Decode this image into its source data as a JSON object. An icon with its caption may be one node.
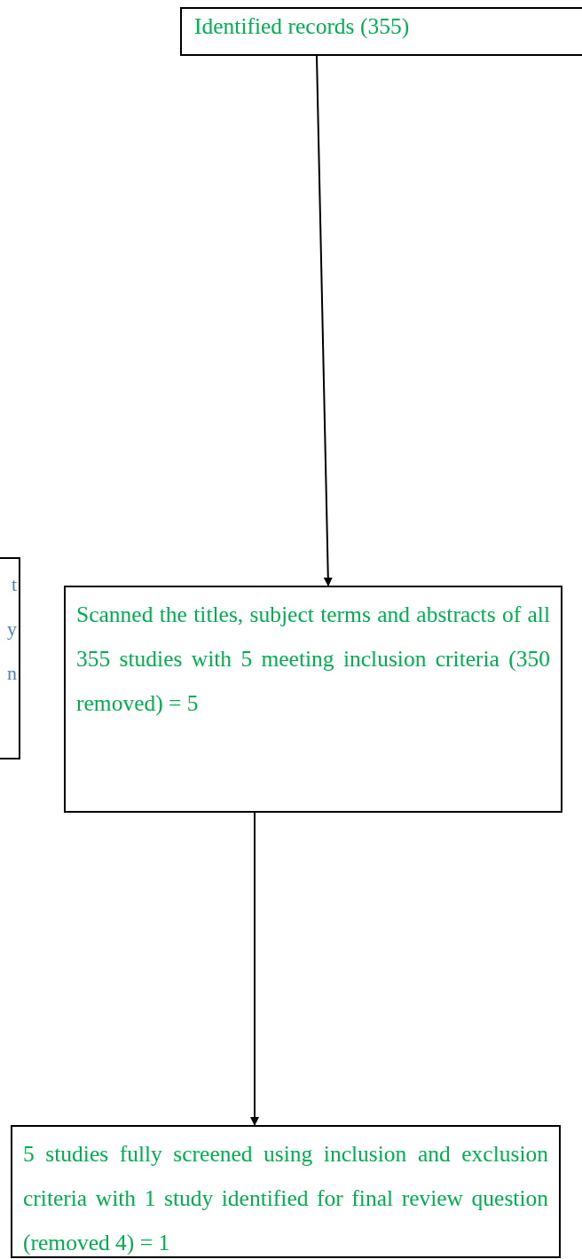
{
  "diagram": {
    "nodes": [
      {
        "text": [
          "Identified records (355)"
        ]
      },
      {
        "text": [
          "t",
          "y",
          "n"
        ]
      },
      {
        "text": [
          "Scanned the titles, subject terms and abstracts of all 355 studies with 5 meeting inclusion criteria (350 removed) = 5"
        ]
      },
      {
        "text": [
          "5 studies fully screened using inclusion and exclusion criteria with 1 study identified for final review question (removed 4) = 1"
        ]
      }
    ],
    "edges": [
      {
        "from": 0,
        "to": 2,
        "arrow": "to"
      },
      {
        "from": 2,
        "to": 3,
        "arrow": "to"
      }
    ]
  }
}
